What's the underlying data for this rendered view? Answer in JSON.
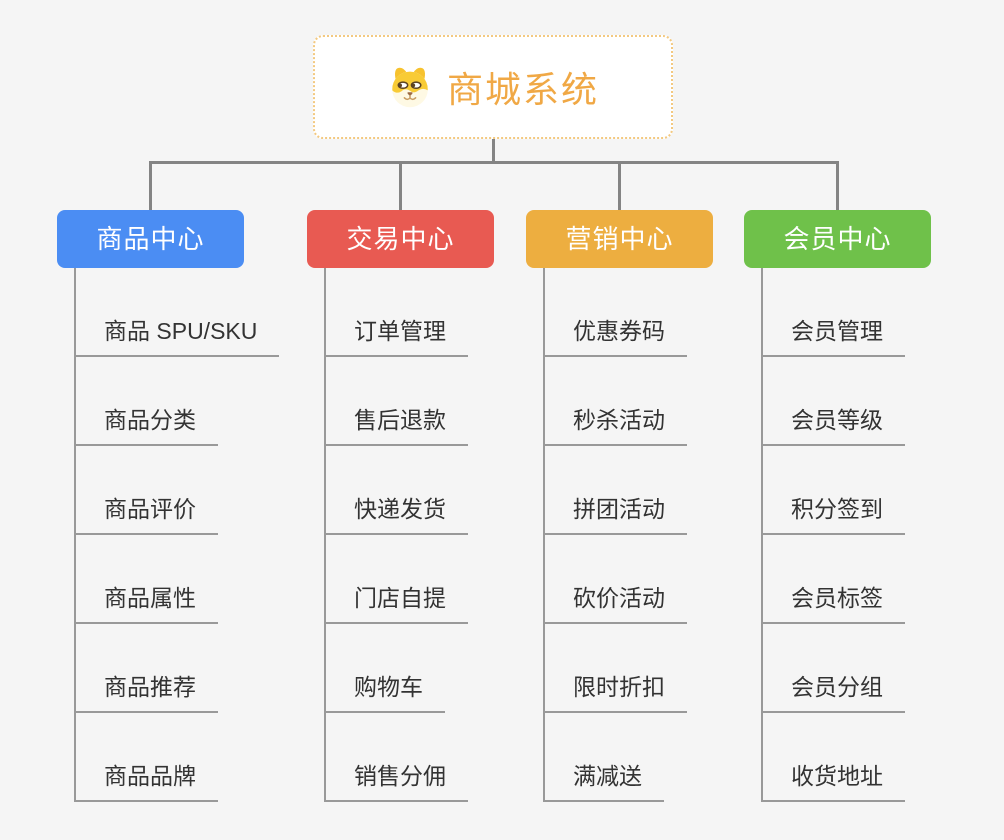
{
  "root": {
    "title": "商城系统",
    "icon": "dog-face-icon"
  },
  "branches": [
    {
      "label": "商品中心",
      "color": "#4b8df3",
      "items": [
        "商品 SPU/SKU",
        "商品分类",
        "商品评价",
        "商品属性",
        "商品推荐",
        "商品品牌"
      ]
    },
    {
      "label": "交易中心",
      "color": "#e85a52",
      "items": [
        "订单管理",
        "售后退款",
        "快递发货",
        "门店自提",
        "购物车",
        "销售分佣"
      ]
    },
    {
      "label": "营销中心",
      "color": "#edae40",
      "items": [
        "优惠券码",
        "秒杀活动",
        "拼团活动",
        "砍价活动",
        "限时折扣",
        "满减送"
      ]
    },
    {
      "label": "会员中心",
      "color": "#6fc14a",
      "items": [
        "会员管理",
        "会员等级",
        "积分签到",
        "会员标签",
        "会员分组",
        "收货地址"
      ]
    }
  ],
  "colors": {
    "background": "#f5f5f5",
    "connector": "#848484",
    "leaf_line": "#999999",
    "leaf_text": "#333333",
    "root_border": "#f3c981",
    "root_title": "#f0a845"
  }
}
